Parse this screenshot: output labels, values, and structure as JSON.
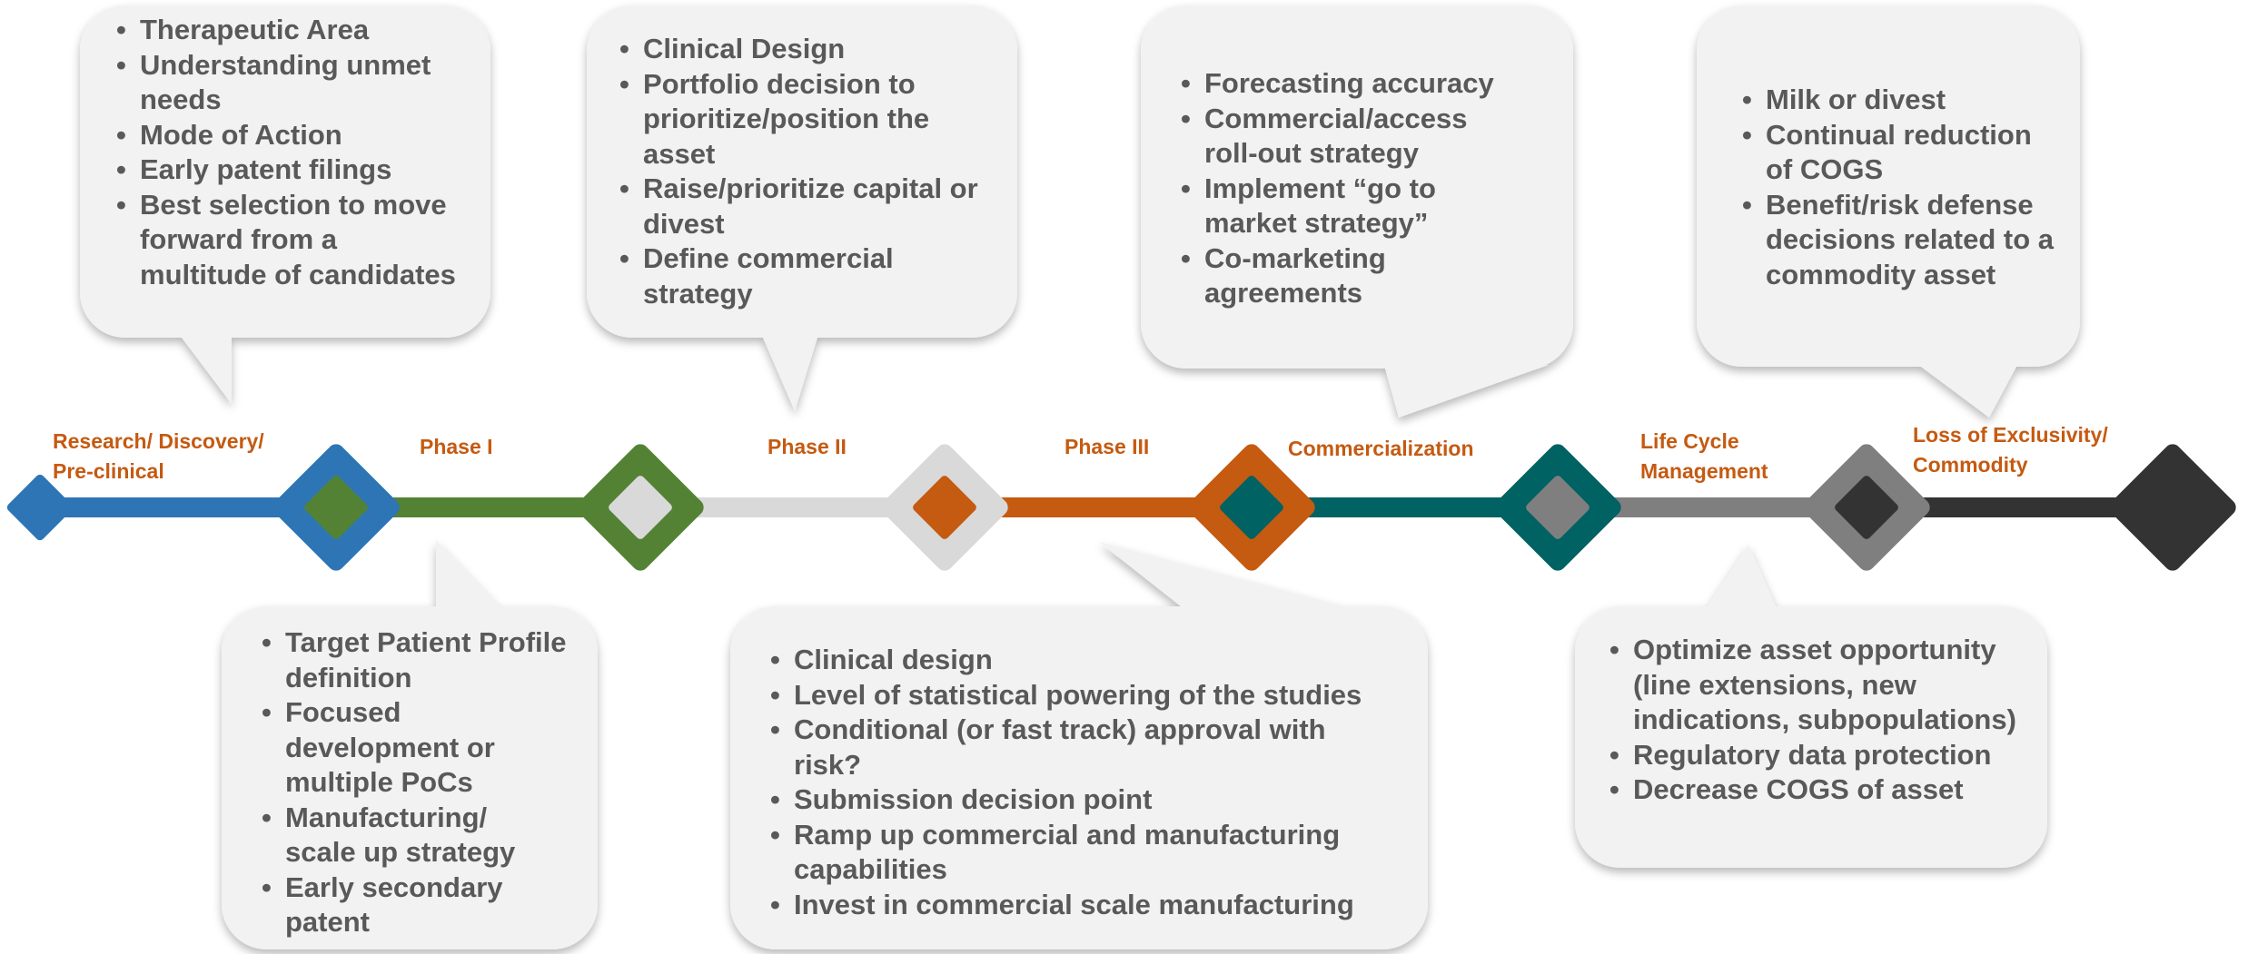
{
  "colors": {
    "research": "#2e75b6",
    "phase1": "#548235",
    "phase2": "#d9d9d9",
    "phase3": "#c55a11",
    "commercialization": "#006262",
    "lifecycle": "#7f7f7f",
    "loss_exclusivity": "#333333",
    "callout_fill": "#f2f2f2",
    "text": "#595959",
    "label": "#c55a11"
  },
  "phases": [
    {
      "id": "research",
      "label_lines": [
        "Research/ Discovery/",
        "Pre-clinical"
      ]
    },
    {
      "id": "phase1",
      "label_lines": [
        "Phase I"
      ]
    },
    {
      "id": "phase2",
      "label_lines": [
        "Phase II"
      ]
    },
    {
      "id": "phase3",
      "label_lines": [
        "Phase III"
      ]
    },
    {
      "id": "commercialization",
      "label_lines": [
        "Commercialization"
      ]
    },
    {
      "id": "lifecycle",
      "label_lines": [
        "Life Cycle",
        "Management"
      ]
    },
    {
      "id": "loss_exclusivity",
      "label_lines": [
        "Loss of Exclusivity/",
        "Commodity"
      ]
    }
  ],
  "callouts": {
    "research": [
      "Therapeutic Area",
      "Understanding unmet needs",
      "Mode of Action",
      "Early patent filings",
      "Best selection to move forward from a multitude of candidates"
    ],
    "phase1": [
      "Target Patient Profile definition",
      "Focused development or multiple PoCs",
      "Manufacturing/ scale up strategy",
      "Early secondary patent"
    ],
    "phase2": [
      "Clinical Design",
      "Portfolio decision to prioritize/position the asset",
      "Raise/prioritize capital or divest",
      "Define commercial strategy"
    ],
    "phase3": [
      "Clinical design",
      "Level of statistical powering of the studies",
      "Conditional (or fast track) approval with risk?",
      "Submission decision point",
      "Ramp up commercial and manufacturing capabilities",
      "Invest in commercial scale manufacturing"
    ],
    "commercialization": [
      "Forecasting accuracy",
      "Commercial/access roll-out strategy",
      "Implement “go to market strategy”",
      "Co-marketing agreements"
    ],
    "lifecycle": [
      "Optimize asset opportunity (line extensions, new indications, subpopulations)",
      "Regulatory data protection",
      "Decrease COGS  of asset"
    ],
    "loss_exclusivity": [
      "Milk or divest",
      "Continual reduction of COGS",
      "Benefit/risk defense decisions related to a commodity asset"
    ]
  }
}
